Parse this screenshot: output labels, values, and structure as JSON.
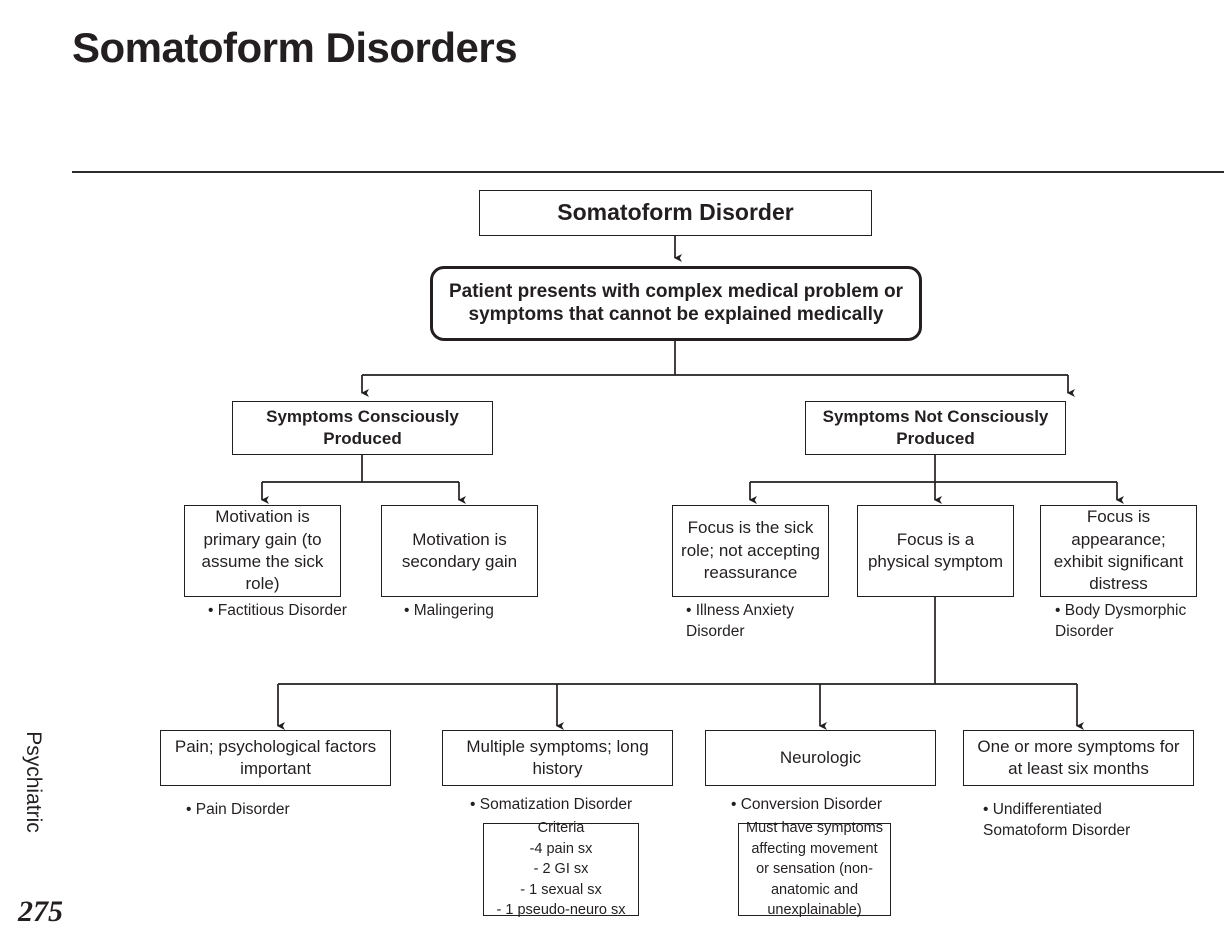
{
  "document": {
    "title": "Somatoform Disorders",
    "side_label": "Psychiatric",
    "page_number": "275"
  },
  "chart_data": {
    "type": "diagram",
    "title": "Somatoform Disorders",
    "diagram_kind": "flowchart-tree",
    "nodes": [
      {
        "id": "root",
        "label": "Somatoform Disorder",
        "level": 0
      },
      {
        "id": "premise",
        "label": "Patient presents with complex medical problem or symptoms that cannot be explained medically",
        "level": 1
      },
      {
        "id": "conscious",
        "label": "Symptoms Consciously Produced",
        "level": 2
      },
      {
        "id": "not-conscious",
        "label": "Symptoms  Not Consciously Produced",
        "level": 2
      },
      {
        "id": "primary-gain",
        "label": "Motivation is primary gain (to assume the sick role)",
        "level": 3,
        "note": "• Factitious Disorder"
      },
      {
        "id": "secondary-gain",
        "label": "Motivation is secondary gain",
        "level": 3,
        "note": "• Malingering"
      },
      {
        "id": "sick-role",
        "label": "Focus is the sick role; not accepting reassurance",
        "level": 3,
        "note": "• Illness Anxiety\nDisorder"
      },
      {
        "id": "physical",
        "label": "Focus is a physical symptom",
        "level": 3,
        "note": ""
      },
      {
        "id": "appearance",
        "label": "Focus is appearance; exhibit significant distress",
        "level": 3,
        "note": "• Body Dysmorphic\nDisorder"
      },
      {
        "id": "pain",
        "label": "Pain; psychological factors important",
        "level": 4,
        "note": "• Pain Disorder"
      },
      {
        "id": "multiple",
        "label": "Multiple symptoms; long history",
        "level": 4,
        "note": "• Somatization Disorder"
      },
      {
        "id": "neurologic",
        "label": "Neurologic",
        "level": 4,
        "note": "• Conversion Disorder"
      },
      {
        "id": "six-months",
        "label": "One or more symptoms for at least six months",
        "level": 4,
        "note": "• Undifferentiated\nSomatoform Disorder"
      },
      {
        "id": "criteria",
        "label": "Criteria\n-4 pain sx\n- 2 GI sx\n- 1 sexual sx\n- 1 pseudo-neuro sx",
        "level": 5
      },
      {
        "id": "conversion-note",
        "label": "Must have symptoms affecting movement or sensation (non-anatomic and unexplainable)",
        "level": 5
      }
    ],
    "edges": [
      {
        "from": "root",
        "to": "premise"
      },
      {
        "from": "premise",
        "to": "conscious"
      },
      {
        "from": "premise",
        "to": "not-conscious"
      },
      {
        "from": "conscious",
        "to": "primary-gain"
      },
      {
        "from": "conscious",
        "to": "secondary-gain"
      },
      {
        "from": "not-conscious",
        "to": "sick-role"
      },
      {
        "from": "not-conscious",
        "to": "physical"
      },
      {
        "from": "not-conscious",
        "to": "appearance"
      },
      {
        "from": "physical",
        "to": "pain"
      },
      {
        "from": "physical",
        "to": "multiple"
      },
      {
        "from": "physical",
        "to": "neurologic"
      },
      {
        "from": "physical",
        "to": "six-months"
      }
    ]
  },
  "nodes": {
    "root": {
      "label": "Somatoform Disorder"
    },
    "premise": {
      "label": "Patient presents with complex medical problem or symptoms that cannot be explained medically"
    },
    "conscious": {
      "label": "Symptoms Consciously Produced"
    },
    "not_conscious": {
      "label": "Symptoms  Not Consciously Produced"
    },
    "primary_gain": {
      "label": "Motivation is primary gain (to assume the sick role)",
      "note": "• Factitious Disorder"
    },
    "secondary_gain": {
      "label": "Motivation is secondary gain",
      "note": "• Malingering"
    },
    "sick_role": {
      "label": "Focus is the sick role; not accepting reassurance",
      "note": "• Illness Anxiety\nDisorder"
    },
    "physical": {
      "label": "Focus is a physical symptom"
    },
    "appearance": {
      "label": "Focus is appearance; exhibit significant distress",
      "note": "• Body Dysmorphic\nDisorder"
    },
    "pain": {
      "label": "Pain; psychological factors important",
      "note": "• Pain Disorder"
    },
    "multiple": {
      "label": "Multiple symptoms; long history",
      "note": "• Somatization Disorder"
    },
    "neurologic": {
      "label": "Neurologic",
      "note": "• Conversion Disorder"
    },
    "six_months": {
      "label": "One or more symptoms for at least six months",
      "note": "• Undifferentiated\nSomatoform Disorder"
    },
    "criteria": {
      "label": "Criteria\n-4 pain sx\n- 2 GI sx\n- 1 sexual sx\n- 1 pseudo-neuro sx"
    },
    "conversion_note": {
      "label": "Must have symptoms affecting movement or sensation (non-anatomic and unexplainable)"
    }
  },
  "colors": {
    "ink": "#231f20",
    "rule": "#2b2b2b",
    "background": "#ffffff"
  }
}
